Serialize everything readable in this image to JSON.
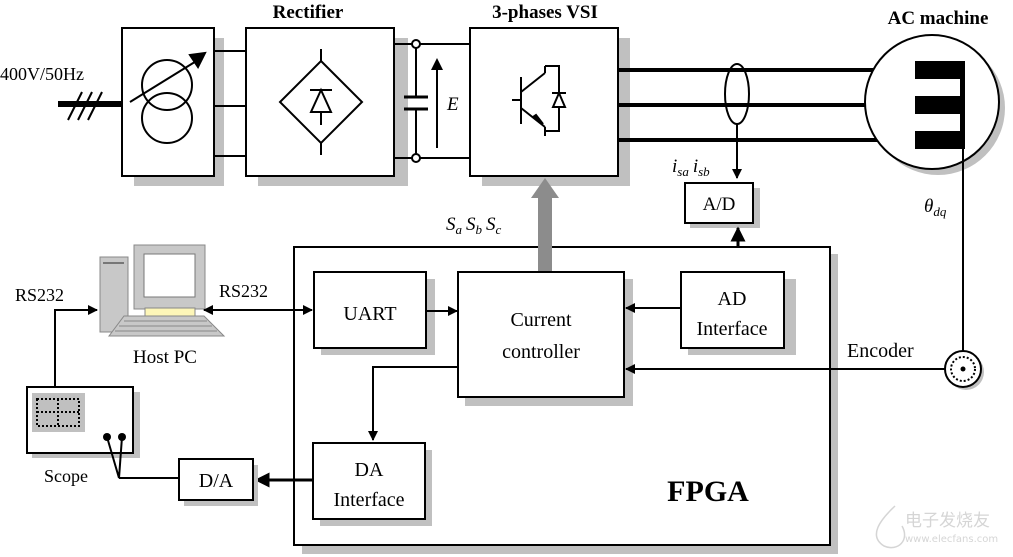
{
  "labels": {
    "supply": "400V/50Hz",
    "rectifier": "Rectifier",
    "vsi": "3-phases VSI",
    "machine": "AC machine",
    "dc_voltage": "E",
    "currents": [
      "i",
      "sa",
      "i",
      "sb"
    ],
    "switch_signals": [
      "S",
      "a",
      "S",
      "b",
      "S",
      "c"
    ],
    "angle": [
      "θ",
      "dq"
    ],
    "ad": "A/D",
    "da": "D/A",
    "rs232_left": "RS232",
    "rs232_right": "RS232",
    "host_pc": "Host PC",
    "scope": "Scope",
    "uart": "UART",
    "controller_line1": "Current",
    "controller_line2": "controller",
    "ad_if_line1": "AD",
    "ad_if_line2": "Interface",
    "da_if_line1": "DA",
    "da_if_line2": "Interface",
    "encoder": "Encoder",
    "fpga": "FPGA"
  },
  "watermark": {
    "title": "电子发烧友",
    "url": "www.elecfans.com"
  },
  "colors": {
    "line": "#000000",
    "shadow": "#c0c0c0",
    "bus_arrow": "#8c8c8c",
    "pc_body": "#c8c8c8",
    "pc_keyboard": "#fdf6b8"
  }
}
